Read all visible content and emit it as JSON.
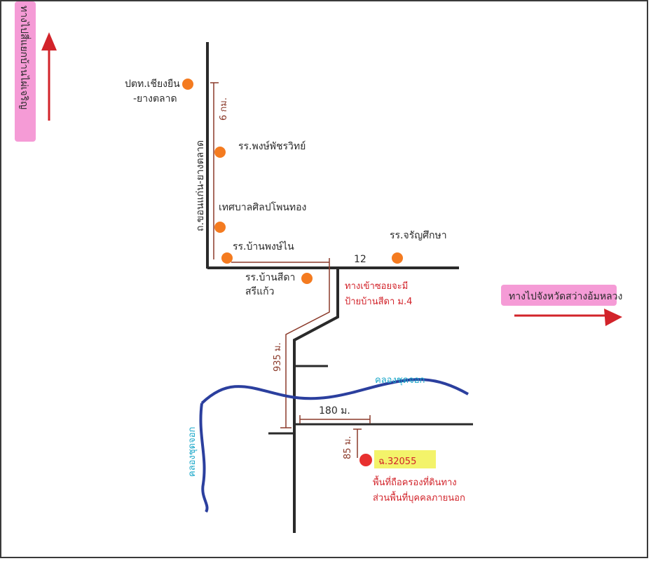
{
  "directions": {
    "north_label": "ทางไปสี่แยกบ้านไผ่เจริญ",
    "east_label": "ทางไปจังหวัดสว่างอ้มหลวง"
  },
  "roads": {
    "highway_label": "ถ.ขอนแก่น-ยางตลาด",
    "highway_distance": "6 กม.",
    "route_number": "12",
    "north_south_distance": "935 ม.",
    "branch_distance": "180 ม.",
    "plot_distance": "85 ม."
  },
  "landmarks": {
    "gas_station_line1": "ปตท.เชียงยืน",
    "gas_station_line2": "-ยางตลาด",
    "school_1": "รร.พงษ์พัชรวิทย์",
    "municipality": "เทศบาลศิลปโพนทอง",
    "school_2": "รร.บ้านพงษ์ไน",
    "school_3": "รร.จรัญศึกษา",
    "school_4_line1": "รร.บ้านสีดา",
    "school_4_line2": "สรีแก้ว"
  },
  "notes": {
    "entrance_line1": "ทางเข้าซอยจะมี",
    "entrance_line2": "ป้ายบ้านสีดา ม.4",
    "plot_id": "ฉ.32055",
    "plot_note_line1": "พื้นที่ถือครองที่ดินทาง",
    "plot_note_line2": "ส่วนพื้นที่บุคคลภายนอก"
  },
  "canal": {
    "label_horizontal": "คลองชุดจอก",
    "label_vertical": "คลองชุดจอก"
  },
  "colors": {
    "road": "#2a2a2a",
    "landmark": "#f47b20",
    "plot_marker": "#e8302f",
    "highlight": "#f3f36a",
    "canal": "#2b3f9e",
    "arrow": "#d2232a",
    "label_bg": "#f59bd6",
    "distance_line": "#8b3a2a"
  }
}
